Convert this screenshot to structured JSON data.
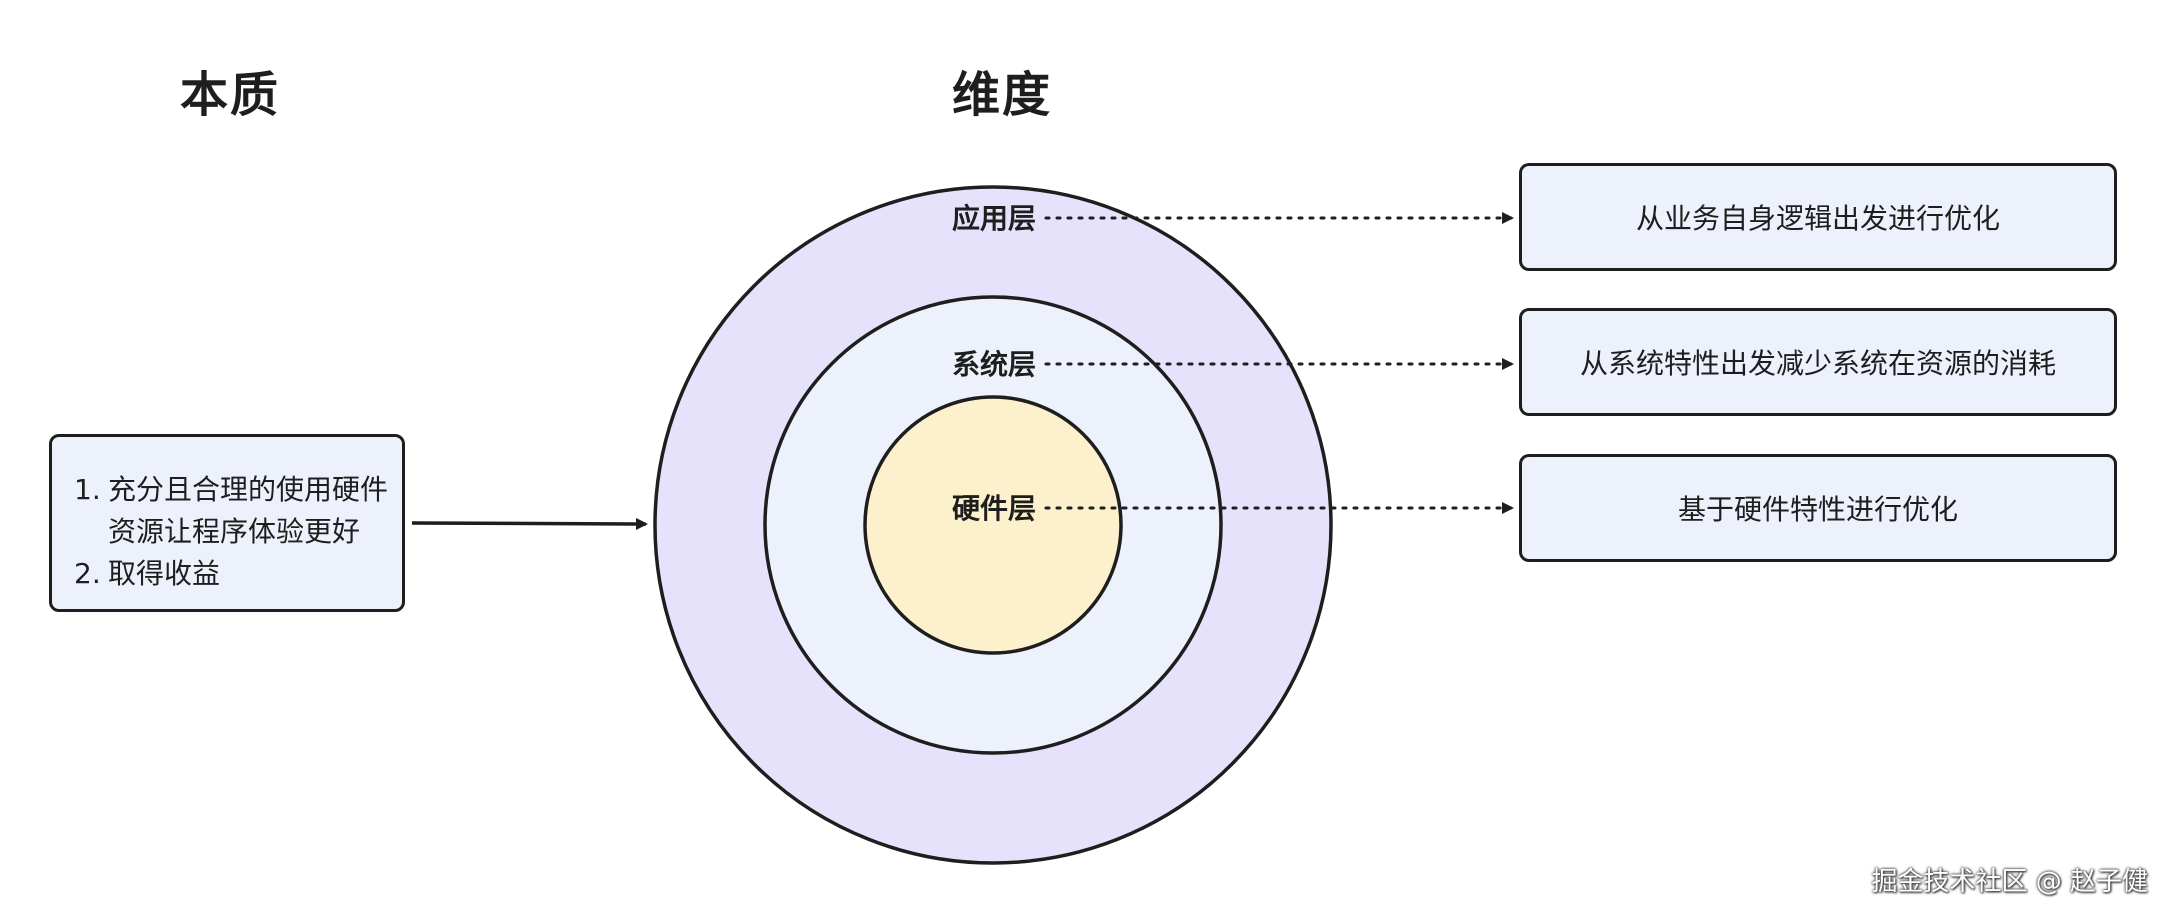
{
  "headings": {
    "essence": "本质",
    "dimension": "维度"
  },
  "essence": {
    "items": [
      {
        "num": "1.",
        "lines": [
          "充分且合理的使用硬件",
          "资源让程序体验更好"
        ]
      },
      {
        "num": "2.",
        "lines": [
          "取得收益"
        ]
      }
    ]
  },
  "layers": [
    {
      "label": "应用层",
      "description": "从业务自身逻辑出发进行优化",
      "fill": "#e7e2fb"
    },
    {
      "label": "系统层",
      "description": "从系统特性出发减少系统在资源的消耗",
      "fill": "#edf1fb"
    },
    {
      "label": "硬件层",
      "description": "基于硬件特性进行优化",
      "fill": "#fcf1cc"
    }
  ],
  "colors": {
    "stroke": "#1e1e1e",
    "box_fill": "#edf1fb"
  },
  "watermark": "掘金技术社区 @ 赵子健"
}
